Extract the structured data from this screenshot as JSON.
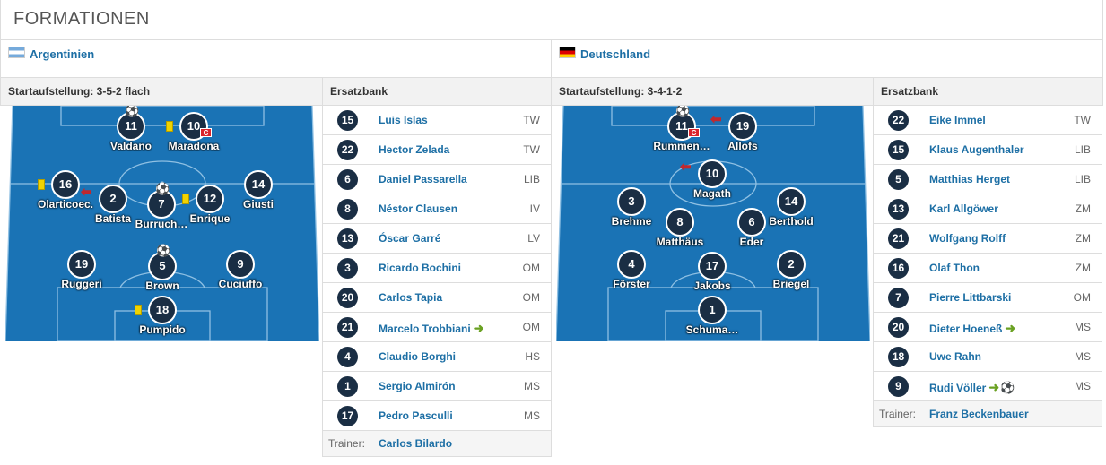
{
  "section_title": "FORMATIONEN",
  "colors": {
    "pitch": "#1a73b5",
    "pitch_line": "#8fc0e3",
    "player_circle": "#1a2e44",
    "link": "#1d6fa5",
    "sub_in": "#6aa122",
    "sub_out": "#c0282d",
    "yellow_card": "#f0d300",
    "captain": "#d9242b"
  },
  "teams": [
    {
      "name": "Argentinien",
      "flag_icon": "argentina-flag-icon",
      "formation_label": "Startaufstellung: 3-5-2 flach",
      "bench_label": "Ersatzbank",
      "players": [
        {
          "number": "11",
          "name": "Valdano",
          "goal": true
        },
        {
          "number": "10",
          "name": "Maradona",
          "yellow": true,
          "captain": true,
          "captain_label": "C"
        },
        {
          "number": "16",
          "name": "Olarticoec.",
          "yellow": true
        },
        {
          "number": "2",
          "name": "Batista",
          "sub_out": true
        },
        {
          "number": "7",
          "name": "Burruch…",
          "goal": true
        },
        {
          "number": "12",
          "name": "Enrique",
          "yellow": true
        },
        {
          "number": "14",
          "name": "Giusti"
        },
        {
          "number": "19",
          "name": "Ruggeri"
        },
        {
          "number": "5",
          "name": "Brown",
          "goal": true
        },
        {
          "number": "9",
          "name": "Cuciuffo"
        },
        {
          "number": "18",
          "name": "Pumpido",
          "yellow": true
        }
      ],
      "bench": [
        {
          "number": "15",
          "name": "Luis Islas",
          "pos": "TW"
        },
        {
          "number": "22",
          "name": "Hector Zelada",
          "pos": "TW"
        },
        {
          "number": "6",
          "name": "Daniel Passarella",
          "pos": "LIB"
        },
        {
          "number": "8",
          "name": "Néstor Clausen",
          "pos": "IV"
        },
        {
          "number": "13",
          "name": "Óscar Garré",
          "pos": "LV"
        },
        {
          "number": "3",
          "name": "Ricardo Bochini",
          "pos": "OM"
        },
        {
          "number": "20",
          "name": "Carlos Tapia",
          "pos": "OM"
        },
        {
          "number": "21",
          "name": "Marcelo Trobbiani",
          "pos": "OM",
          "sub_in": true
        },
        {
          "number": "4",
          "name": "Claudio Borghi",
          "pos": "HS"
        },
        {
          "number": "1",
          "name": "Sergio Almirón",
          "pos": "MS"
        },
        {
          "number": "17",
          "name": "Pedro Pasculli",
          "pos": "MS"
        }
      ],
      "trainer_label": "Trainer:",
      "trainer": "Carlos Bilardo"
    },
    {
      "name": "Deutschland",
      "flag_icon": "germany-flag-icon",
      "formation_label": "Startaufstellung: 3-4-1-2",
      "bench_label": "Ersatzbank",
      "players": [
        {
          "number": "11",
          "name": "Rummen…",
          "goal": true,
          "captain": true,
          "captain_label": "C"
        },
        {
          "number": "19",
          "name": "Allofs",
          "sub_out": true
        },
        {
          "number": "10",
          "name": "Magath",
          "sub_out": true
        },
        {
          "number": "3",
          "name": "Brehme"
        },
        {
          "number": "14",
          "name": "Berthold"
        },
        {
          "number": "8",
          "name": "Matthäus"
        },
        {
          "number": "6",
          "name": "Eder"
        },
        {
          "number": "4",
          "name": "Förster"
        },
        {
          "number": "17",
          "name": "Jakobs"
        },
        {
          "number": "2",
          "name": "Briegel"
        },
        {
          "number": "1",
          "name": "Schuma…"
        }
      ],
      "bench": [
        {
          "number": "22",
          "name": "Eike Immel",
          "pos": "TW"
        },
        {
          "number": "15",
          "name": "Klaus Augenthaler",
          "pos": "LIB"
        },
        {
          "number": "5",
          "name": "Matthias Herget",
          "pos": "LIB"
        },
        {
          "number": "13",
          "name": "Karl Allgöwer",
          "pos": "ZM"
        },
        {
          "number": "21",
          "name": "Wolfgang Rolff",
          "pos": "ZM"
        },
        {
          "number": "16",
          "name": "Olaf Thon",
          "pos": "ZM"
        },
        {
          "number": "7",
          "name": "Pierre Littbarski",
          "pos": "OM"
        },
        {
          "number": "20",
          "name": "Dieter Hoeneß",
          "pos": "MS",
          "sub_in": true
        },
        {
          "number": "18",
          "name": "Uwe Rahn",
          "pos": "MS"
        },
        {
          "number": "9",
          "name": "Rudi Völler",
          "pos": "MS",
          "sub_in": true,
          "goal": true
        }
      ],
      "trainer_label": "Trainer:",
      "trainer": "Franz Beckenbauer"
    }
  ]
}
